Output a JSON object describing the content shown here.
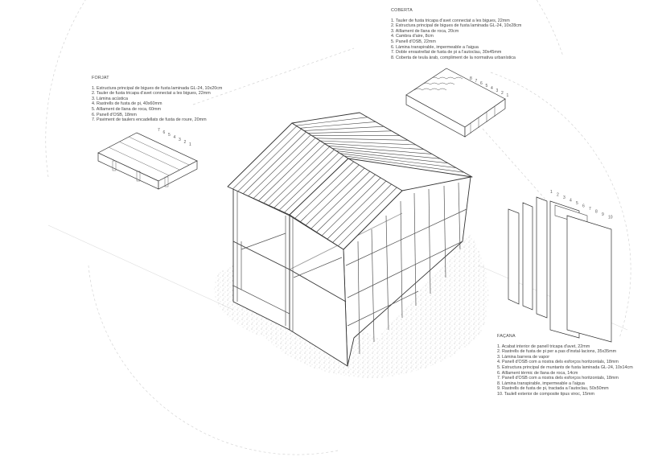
{
  "coberta": {
    "title": "COBERTA",
    "items": [
      "1. Tauler de fusta tricapa d'avet connectat a les bigues, 22mm",
      "2. Estructura principal de bigues de fusta laminada GL-24, 10x28cm",
      "3. Aïllament de llana de roca, 20cm",
      "4. Cambra d'aire, 8cm",
      "5. Panell d'OSB, 22mm",
      "6. Làmina transpirable, impermeable a l'aigua",
      "7. Doble enrastrellat de fusta de pi a l'autoclau, 30x45mm",
      "8. Coberta de teula àrab, compliment de la normativa urbanística"
    ],
    "labels": [
      "8",
      "7",
      "6",
      "5",
      "4",
      "3",
      "2",
      "1"
    ]
  },
  "forcat": {
    "title": "FORJAT",
    "items": [
      "1. Estructura principal de bigues de fusta laminada GL-24, 10x20cm",
      "2. Tauler de fusta tricapa d'avet connectat a les bigues, 22mm",
      "3. Làmina acústica",
      "4. Rastrells de fusta de pi, 40x60mm",
      "5. Aïllament de llana de roca, 60mm",
      "6. Panell d'OSB, 18mm",
      "7. Paviment de taulers encadellats de fusta de roure, 20mm"
    ],
    "labels": [
      "7",
      "6",
      "5",
      "4",
      "3",
      "2",
      "1"
    ]
  },
  "facana": {
    "title": "FAÇANA",
    "items": [
      "1. Acabat interior de panell tricapa d'avet, 22mm",
      "2. Rastrells de fusta de pi per a pas d'instal·lacions, 35x35mm",
      "3. Làmina barrera de vapor",
      "4. Panell d'OSB com a riostra dels esforços horitzontals, 18mm",
      "5. Estructura principal de muntants de fusta laminada GL-24, 10x14cm",
      "6. Aïllament tèrmic de llana de roca, 14cm",
      "7. Panell d'OSB com a riostra dels esforços horitzontals, 18mm",
      "8. Làmina transpirable, impermeable a l'aigua",
      "9. Rastrells de fusta de pi, tractada a l'autoclau, 50x50mm",
      "10. Taulell exterior de composite tipus viroc, 15mm"
    ],
    "labels": [
      "1",
      "2",
      "3",
      "4",
      "5",
      "6",
      "7",
      "8",
      "9",
      "10"
    ]
  },
  "colors": {
    "line": "#333333",
    "guide": "#cfcfcf",
    "ground": "#9a9a9a"
  }
}
